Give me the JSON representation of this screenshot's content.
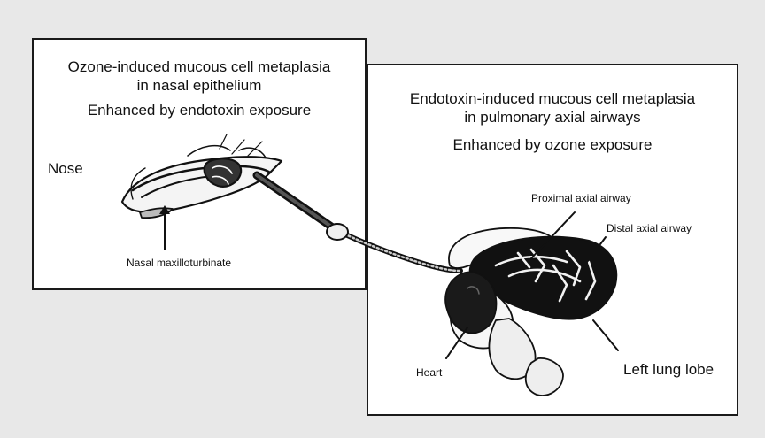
{
  "nose_panel": {
    "title_line1": "Ozone-induced mucous cell metaplasia",
    "title_line2": "in nasal epithelium",
    "subtitle": "Enhanced by endotoxin exposure",
    "label_nose": "Nose",
    "label_maxilloturbinate": "Nasal maxilloturbinate"
  },
  "lung_panel": {
    "title_line1": "Endotoxin-induced mucous cell metaplasia",
    "title_line2": "in pulmonary axial airways",
    "subtitle": "Enhanced by ozone exposure",
    "label_proximal": "Proximal axial airway",
    "label_distal": "Distal axial airway",
    "label_heart": "Heart",
    "label_left_lobe": "Left lung lobe"
  }
}
